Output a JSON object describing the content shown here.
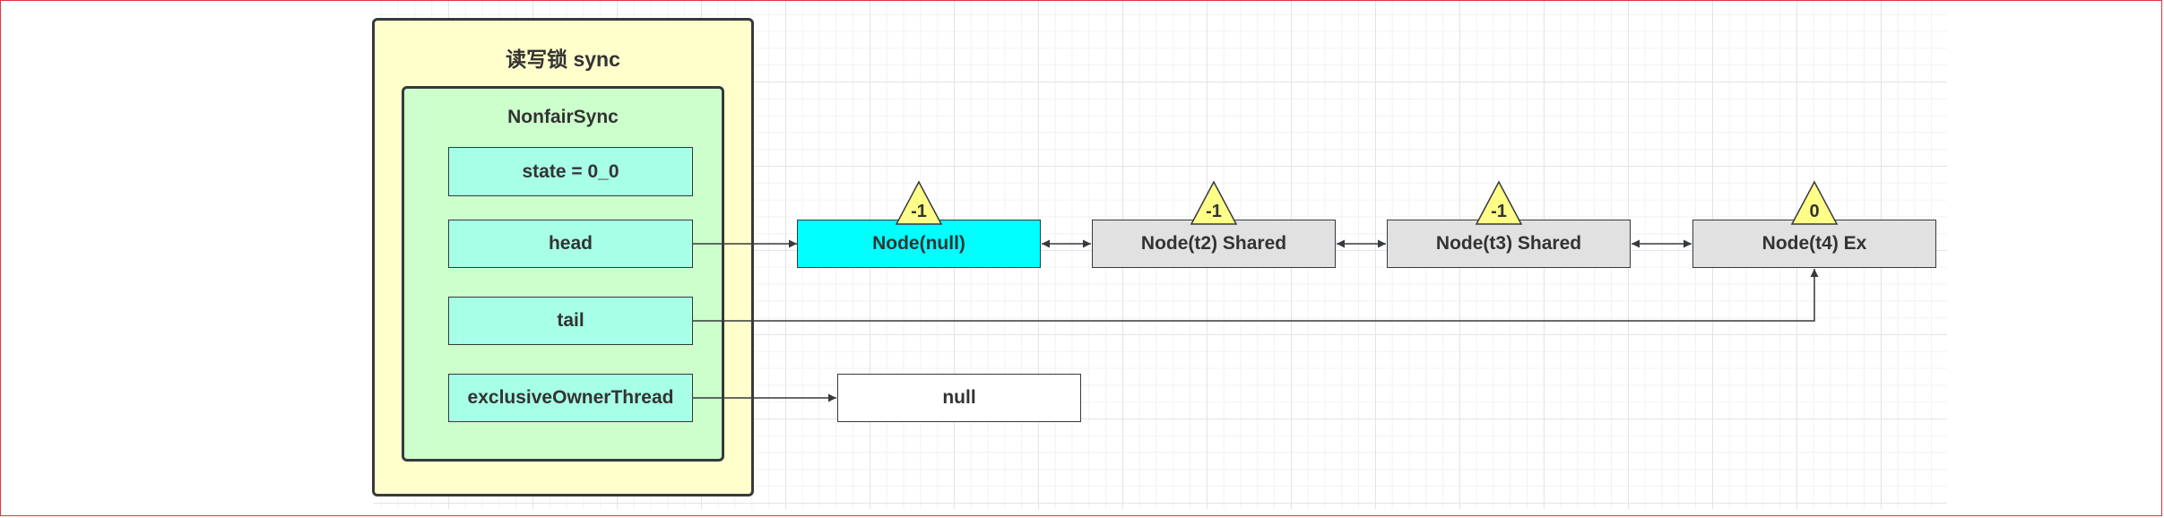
{
  "outer": {
    "title": "读写锁 sync"
  },
  "inner": {
    "title": "NonfairSync"
  },
  "fields": [
    {
      "label": "state = 0_0"
    },
    {
      "label": "head"
    },
    {
      "label": "tail"
    },
    {
      "label": "exclusiveOwnerThread"
    }
  ],
  "nodes": [
    {
      "label": "Node(null)",
      "wait_status": "-1"
    },
    {
      "label": "Node(t2) Shared",
      "wait_status": "-1"
    },
    {
      "label": "Node(t3) Shared",
      "wait_status": "-1"
    },
    {
      "label": "Node(t4) Ex",
      "wait_status": "0"
    }
  ],
  "owner_value": {
    "label": "null"
  },
  "colors": {
    "outer_fill": "#ffffcc",
    "inner_fill": "#ccffcc",
    "field_fill": "#a6ffe6",
    "head_node_fill": "#00ffff",
    "node_fill": "#e1e1e1",
    "status_triangle_fill": "#ffff88",
    "line": "#36393d"
  }
}
